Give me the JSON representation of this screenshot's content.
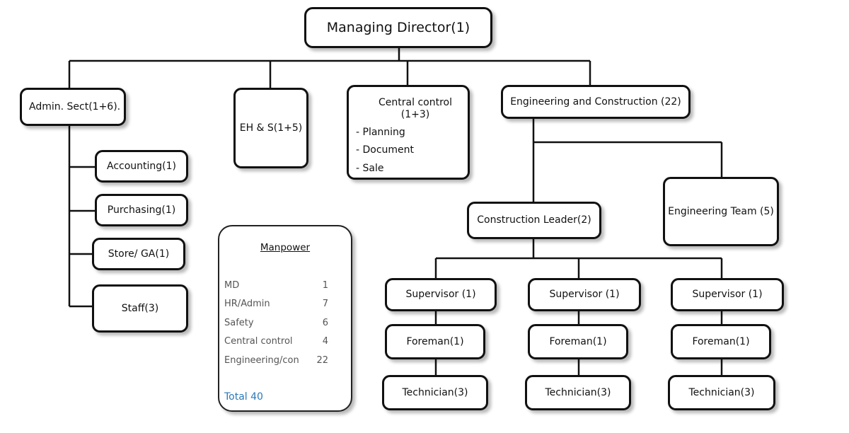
{
  "nodes": {
    "md": "Managing Director(1)",
    "admin": "Admin. Sect(1+6).",
    "ehs": "EH & S(1+5)",
    "central_control": {
      "title": "Central control (1+3)",
      "items": [
        "- Planning",
        "- Document",
        "- Sale"
      ]
    },
    "eng_con": "Engineering and Construction (22)",
    "accounting": "Accounting(1)",
    "purchasing": "Purchasing(1)",
    "store_ga": "Store/ GA(1)",
    "staff": "Staff(3)",
    "construction_leader": "Construction Leader(2)",
    "engineering_team": "Engineering Team (5)",
    "supervisor": [
      "Supervisor (1)",
      "Supervisor (1)",
      "Supervisor (1)"
    ],
    "foreman": [
      "Foreman(1)",
      "Foreman(1)",
      "Foreman(1)"
    ],
    "technician": [
      "Technician(3)",
      "Technician(3)",
      "Technician(3)"
    ]
  },
  "manpower": {
    "title": "Manpower",
    "rows": [
      {
        "label": "MD",
        "value": "1"
      },
      {
        "label": "HR/Admin",
        "value": "7"
      },
      {
        "label": "Safety",
        "value": "6"
      },
      {
        "label": "Central control",
        "value": "4"
      },
      {
        "label": "Engineering/con",
        "value": "22"
      }
    ],
    "total": "Total 40"
  },
  "colors": {
    "line": "#111111",
    "total_text": "#2a7ab8"
  }
}
